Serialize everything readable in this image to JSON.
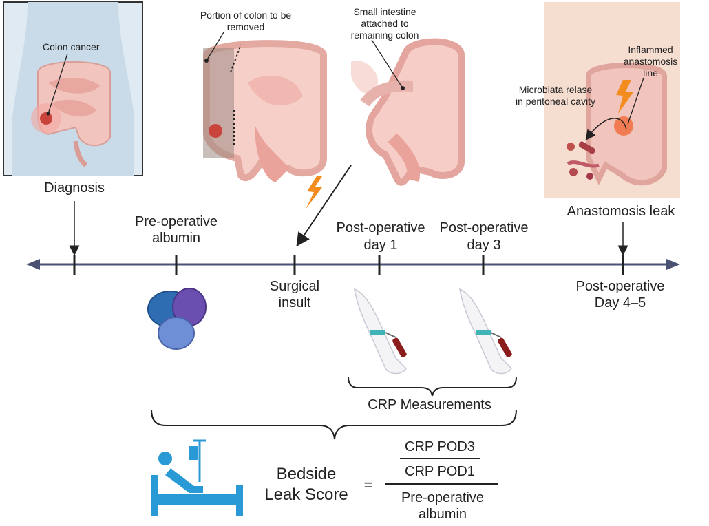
{
  "labels": {
    "colon_cancer": "Colon cancer",
    "portion_removed": "Portion of colon to be removed",
    "small_intestine": "Small intestine attached to remaining colon",
    "inflamed_line": "Inflammed anastomosis line",
    "microbiata": "Microbiata relase in peritoneal cavity"
  },
  "timeline": {
    "diagnosis": "Diagnosis",
    "preop_albumin_1": "Pre-operative",
    "preop_albumin_2": "albumin",
    "surgical_1": "Surgical",
    "surgical_2": "insult",
    "pod1_1": "Post-operative",
    "pod1_2": "day 1",
    "pod3_1": "Post-operative",
    "pod3_2": "day 3",
    "leak": "Anastomosis leak",
    "pod45_1": "Post-operative",
    "pod45_2": "Day 4–5"
  },
  "crp": "CRP Measurements",
  "formula": {
    "left_1": "Bedside",
    "left_2": "Leak Score",
    "equals": "=",
    "numerator_top": "CRP POD3",
    "numerator_bottom": "CRP POD1",
    "denominator_1": "Pre-operative",
    "denominator_2": "albumin"
  },
  "colors": {
    "timeline": "#4a5173",
    "colon": "#f0b8b0",
    "tumor": "#d9534f",
    "bolt": "#f28c1e",
    "albumin_blue": "#2f6db3",
    "albumin_purple": "#6a4fb0",
    "albumin_light": "#6e8fd6",
    "patient_blue": "#2a9ad6"
  },
  "icons": [
    "abdomen-icon",
    "colon-resection-icon",
    "anastomosis-icon",
    "leak-abdomen-icon",
    "lightning-icon",
    "albumin-protein-icon",
    "blood-draw-icon",
    "hospital-bed-icon"
  ]
}
